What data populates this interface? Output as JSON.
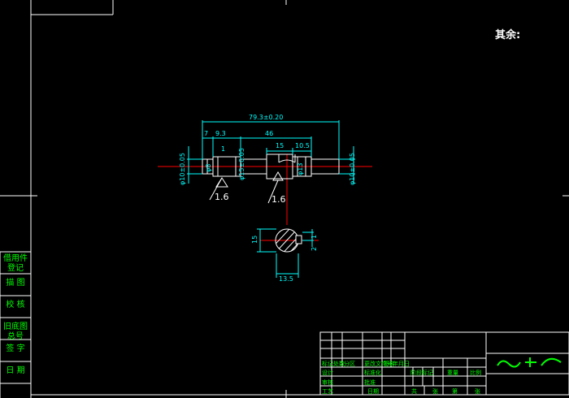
{
  "note": {
    "remainder_label": "其余:"
  },
  "dimensions": {
    "overall_length": "79.3±0.20",
    "left_step": "7",
    "step_2": "9.3",
    "step_small": "1",
    "mid_length": "46",
    "right_a": "15",
    "right_b": "10.5",
    "dia_left": "φ10±0.05",
    "dia_left_inner": "φ8",
    "dia_mid": "φ15±0.05",
    "dia_right": "φ10±0.05",
    "dia_right_inner": "φ13",
    "section_height": "15",
    "section_width": "13.5",
    "section_key_1": "1",
    "section_key_2": "2"
  },
  "roughness": {
    "left_value": "1.6",
    "right_value": "1.6"
  },
  "side_panel": [
    "借用件登记",
    "描 图",
    "校 核",
    "旧底图总号",
    "签 字",
    "日 期"
  ],
  "title_block": {
    "row_labels": [
      "标记",
      "处数",
      "分区",
      "更改文件号",
      "签名",
      "年月日"
    ],
    "stage_labels": [
      "阶段标记",
      "重量",
      "比例"
    ],
    "design_labels": [
      "设计",
      "标准化",
      "审核",
      "工艺",
      "批准"
    ],
    "date_label": "日期",
    "sheet_labels": [
      "共",
      "张",
      "第",
      "张"
    ]
  },
  "colors": {
    "background": "#000000",
    "frame": "#ffffff",
    "dimension": "#00ffff",
    "center_line": "#ff0000",
    "text_green": "#00ff00"
  }
}
